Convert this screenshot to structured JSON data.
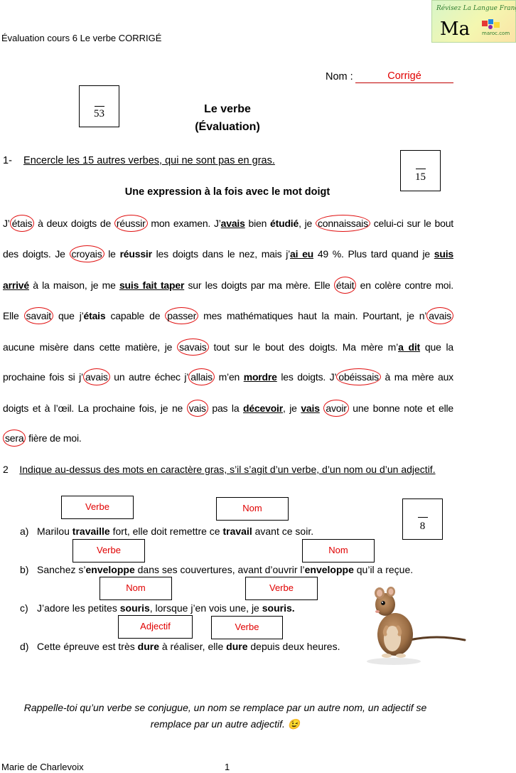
{
  "header": {
    "doc_title": "Évaluation cours 6 Le verbe CORRIGÉ"
  },
  "logo": {
    "tagline": "Révisez La Langue Française",
    "brand": "Ma",
    "url": "maroc.com"
  },
  "name_field": {
    "label": "Nom :",
    "value": "Corrigé"
  },
  "score_total": {
    "score": "53"
  },
  "title": {
    "line1": "Le verbe",
    "line2": "(Évaluation)"
  },
  "q1": {
    "number": "1-",
    "instruction": "Encercle les 15 autres verbes, qui ne sont pas en gras.",
    "score": "15",
    "subtitle": "Une expression à la fois avec le mot doigt"
  },
  "paragraph": {
    "l1": [
      "J’",
      "étais",
      " à deux doigts de ",
      "réussir",
      " mon examen. J’",
      "avais",
      " bien ",
      "étudié",
      ", je ",
      "connaissais",
      " celui-ci sur le bout"
    ],
    "l2": [
      "des doigts. Je ",
      "croyais",
      " le ",
      "réussir",
      " les doigts dans le nez, mais j’",
      "ai eu",
      " 49 %. Plus tard quand je ",
      "suis"
    ],
    "l3": [
      "arrivé",
      " à la maison, je me ",
      "suis fait taper",
      " sur les doigts par ma mère. Elle ",
      "était",
      " en colère contre moi."
    ],
    "l4": [
      "Elle ",
      "savait",
      " que j’",
      "étais",
      " capable de ",
      "passer",
      " mes mathématiques haut la main. Pourtant, je n’",
      "avais"
    ],
    "l5": [
      "aucune misère dans cette matière, je ",
      "savais",
      " tout sur le bout des doigts. Ma mère m’",
      "a dit",
      " que la"
    ],
    "l6": [
      "prochaine fois si j’",
      "avais",
      " un autre échec j’",
      "allais",
      " m’en ",
      "mordre",
      " les doigts. J’",
      "obéissais",
      " à ma mère aux"
    ],
    "l7": [
      "doigts et à l’œil. La prochaine fois, je ne ",
      "vais",
      " pas la ",
      "décevoir",
      ", je ",
      "vais",
      " ",
      "avoir",
      " une bonne note et elle"
    ],
    "l8": [
      "sera",
      " fière de moi."
    ]
  },
  "q2": {
    "number": "2",
    "instruction": "Indique au-dessus des mots en caractère gras, s’il s’agit d’un verbe, d’un nom ou d’un adjectif.",
    "score": "8"
  },
  "q2_items": [
    {
      "letter": "a)",
      "parts": [
        "Marilou ",
        "travaille",
        " fort, elle doit remettre ce ",
        "travail",
        " avant ce soir."
      ],
      "answers": [
        "Verbe",
        "Nom"
      ]
    },
    {
      "letter": "b)",
      "parts": [
        "Sanchez s’",
        "enveloppe",
        " dans ses couvertures, avant d’ouvrir l’",
        "enveloppe",
        " qu’il a reçue."
      ],
      "answers": [
        "Verbe",
        "Nom"
      ]
    },
    {
      "letter": "c)",
      "parts": [
        "J’adore les petites ",
        "souris",
        ", lorsque j’en vois une, je ",
        "souris."
      ],
      "answers": [
        "Nom",
        "Verbe"
      ]
    },
    {
      "letter": "d)",
      "parts": [
        "Cette épreuve est très ",
        "dure",
        " à réaliser, elle ",
        "dure",
        " depuis deux heures."
      ],
      "answers": [
        "Adjectif",
        "Verbe"
      ]
    }
  ],
  "note": {
    "line1": "Rappelle-toi qu’un verbe se conjugue, un nom se remplace par un autre nom, un adjectif se",
    "line2": "remplace par un autre adjectif.",
    "emoji": "😉"
  },
  "footer": {
    "author": "Marie de Charlevoix",
    "page": "1"
  },
  "colors": {
    "correction_red": "#e01010"
  }
}
